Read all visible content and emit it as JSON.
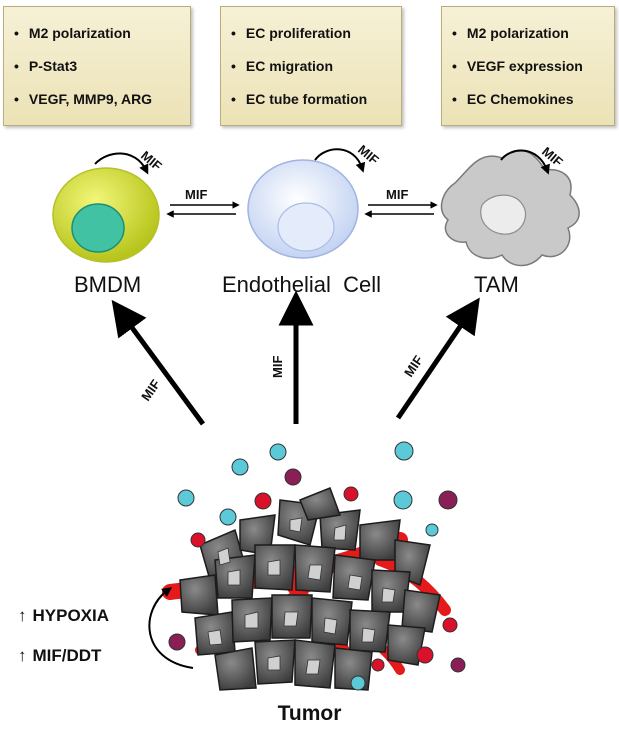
{
  "boxes": [
    {
      "items": [
        "M2 polarization",
        "P-Stat3",
        "VEGF, MMP9, ARG"
      ]
    },
    {
      "items": [
        "EC proliferation",
        "EC migration",
        "EC tube formation"
      ]
    },
    {
      "items": [
        "M2 polarization",
        "VEGF expression",
        "EC Chemokines"
      ]
    }
  ],
  "cells": {
    "bmdm": "BMDM",
    "endothelial": "Endothelial  Cell",
    "tam": "TAM"
  },
  "mif_label": "MIF",
  "side": {
    "hypoxia": "HYPOXIA",
    "mif_ddt": "MIF/DDT",
    "up_arrow": "↑"
  },
  "tumor_label": "Tumor",
  "colors": {
    "box_fill": "#efe6c0",
    "bmdm_outer": "#d7e23a",
    "bmdm_nucleus": "#3dbfa0",
    "endothelial": "#cfdcf6",
    "tam": "#c9c9c9",
    "vessel": "#e51b1b",
    "dot_cyan": "#5cc9d9",
    "dot_red": "#d9112b",
    "dot_purple": "#8a1f55"
  }
}
